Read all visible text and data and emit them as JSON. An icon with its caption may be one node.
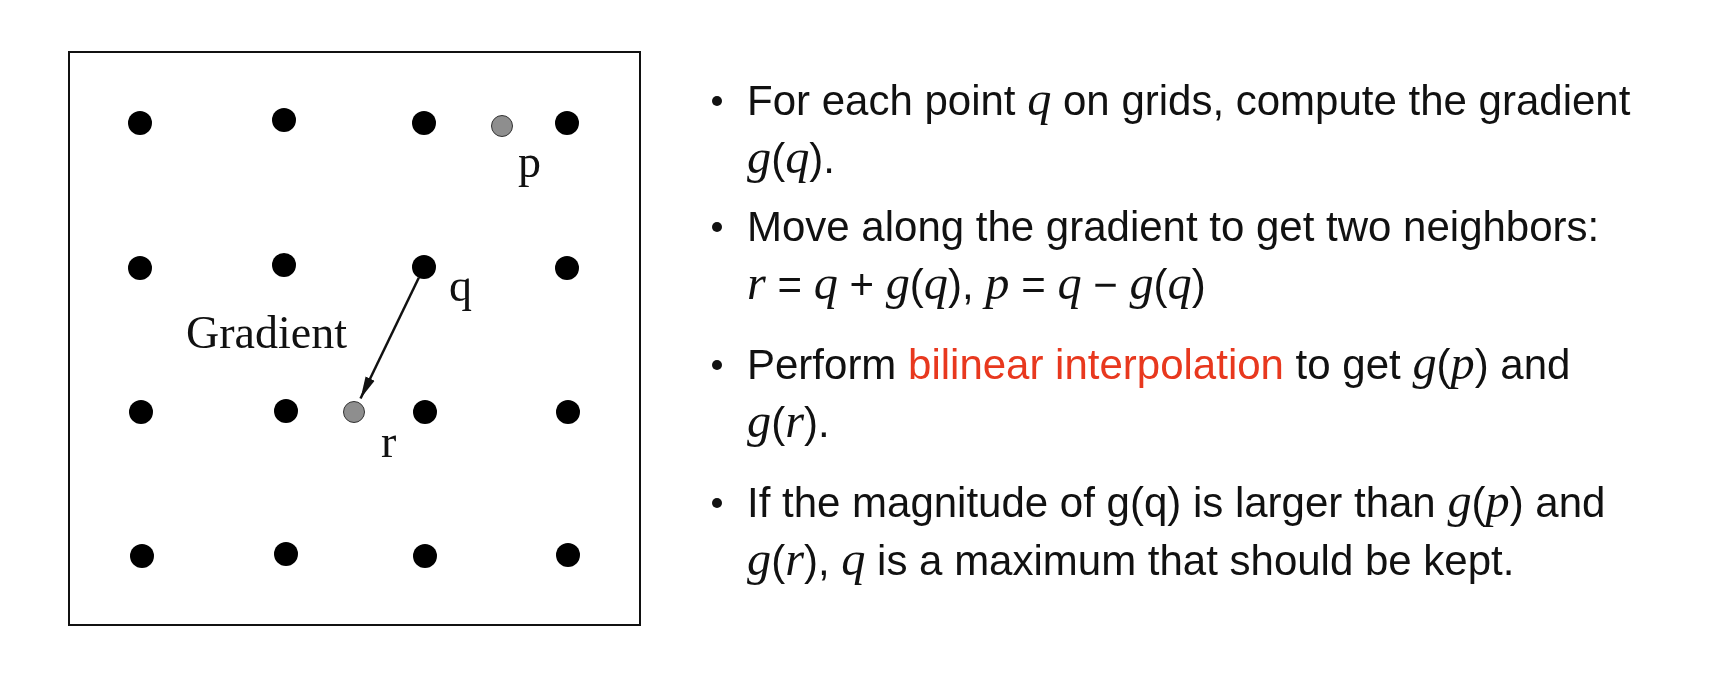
{
  "diagram": {
    "nodes": [
      {
        "text": [],
        "shape": "box"
      },
      {
        "text": [],
        "shape": "circle",
        "in": 0
      },
      {
        "text": [],
        "shape": "circle",
        "in": 0
      },
      {
        "text": [],
        "shape": "circle",
        "in": 0
      },
      {
        "text": [],
        "shape": "circle",
        "in": 0,
        "beside": [
          "p"
        ]
      },
      {
        "text": [],
        "shape": "circle",
        "in": 0
      },
      {
        "text": [],
        "shape": "circle",
        "in": 0
      },
      {
        "text": [],
        "shape": "circle",
        "in": 0
      },
      {
        "text": [],
        "shape": "circle",
        "in": 0,
        "beside": [
          "q"
        ]
      },
      {
        "text": [],
        "shape": "circle",
        "in": 0
      },
      {
        "text": [],
        "shape": "circle",
        "in": 0
      },
      {
        "text": [],
        "shape": "circle",
        "in": 0
      },
      {
        "text": [],
        "shape": "circle",
        "in": 0,
        "beside": [
          "r"
        ]
      },
      {
        "text": [],
        "shape": "circle",
        "in": 0
      },
      {
        "text": [],
        "shape": "circle",
        "in": 0
      },
      {
        "text": [],
        "shape": "circle",
        "in": 0
      },
      {
        "text": [],
        "shape": "circle",
        "in": 0
      },
      {
        "text": [],
        "shape": "circle",
        "in": 0
      },
      {
        "text": [],
        "shape": "circle",
        "in": 0
      }
    ],
    "edges": [
      {
        "from": 8,
        "to": 12,
        "arrow": "to",
        "label": "Gradient"
      }
    ],
    "labels": [
      "For each point *q* on grids, compute the gradient *g*(*q*).",
      "Move along the gradient to get two neighbors: *r* = *q* + *g*(*q*), *p* = *q* − *g*(*q*)",
      "Perform **bilinear interpolation** to get *g*(*p*) and *g*(*r*).",
      "If the magnitude of g(q) is larger than *g*(*p*) and *g*(*r*), *q* is a maximum that should be kept."
    ]
  }
}
